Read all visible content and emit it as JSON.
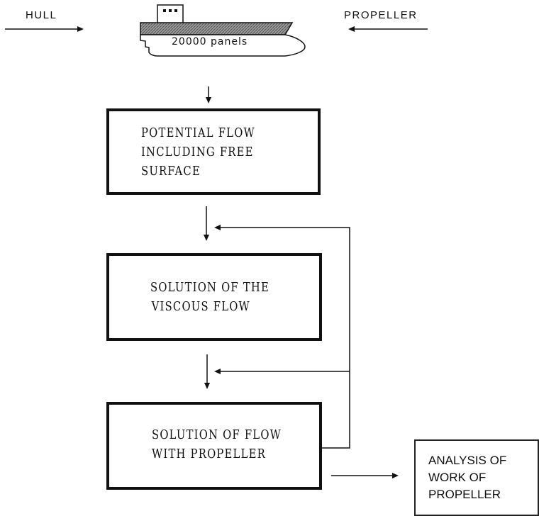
{
  "inputs": {
    "hull_label": "HULL",
    "propeller_label": "PROPELLER"
  },
  "ship": {
    "label": "20000 panels"
  },
  "boxes": [
    {
      "lines": [
        "POTENTIAL FLOW",
        "INCLUDING FREE",
        "SURFACE"
      ]
    },
    {
      "lines": [
        "SOLUTION OF THE",
        "VISCOUS FLOW"
      ]
    },
    {
      "lines": [
        "SOLUTION OF FLOW",
        "WITH PROPELLER"
      ]
    }
  ],
  "output_box": {
    "lines": [
      "ANALYSIS OF",
      "WORK OF",
      "PROPELLER"
    ]
  }
}
